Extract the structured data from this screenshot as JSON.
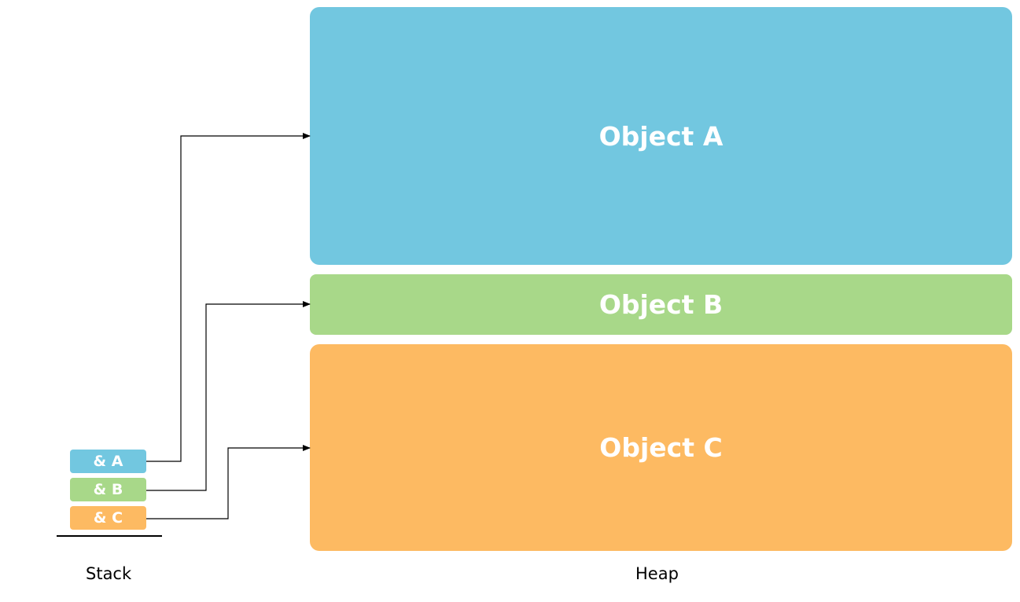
{
  "heap": {
    "caption": "Heap",
    "objects": [
      {
        "label": "Object A",
        "color": "#72C7E0"
      },
      {
        "label": "Object B",
        "color": "#A8D889"
      },
      {
        "label": "Object C",
        "color": "#FDBA62"
      }
    ]
  },
  "stack": {
    "caption": "Stack",
    "refs": [
      {
        "label": "& A",
        "color": "#72C7E0",
        "points_to": "Object A"
      },
      {
        "label": "& B",
        "color": "#A8D889",
        "points_to": "Object B"
      },
      {
        "label": "& C",
        "color": "#FDBA62",
        "points_to": "Object C"
      }
    ]
  }
}
